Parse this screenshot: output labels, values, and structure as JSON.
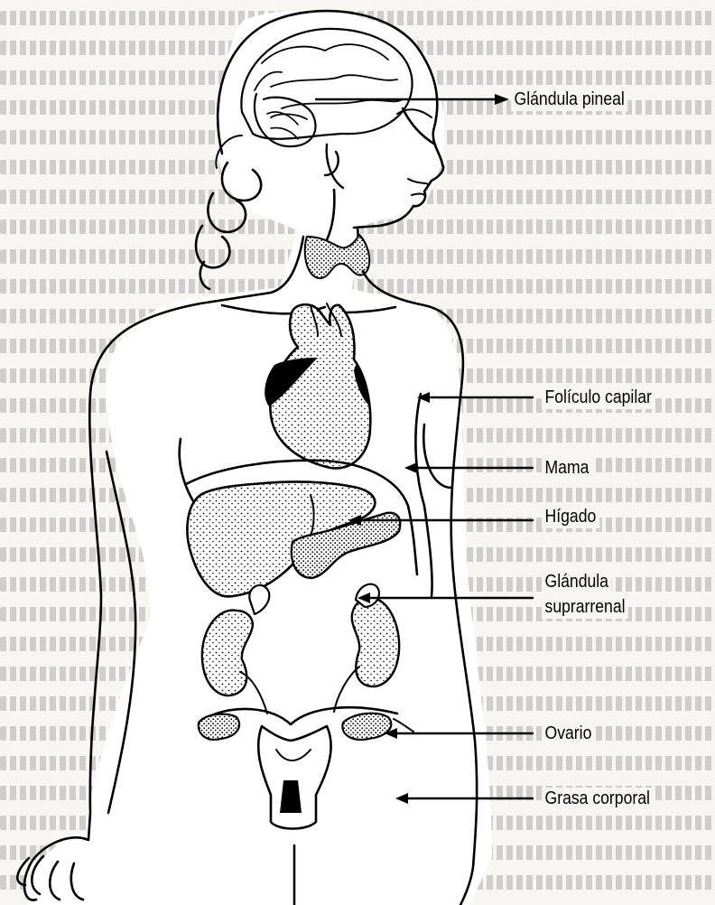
{
  "labels": {
    "pineal": "Glándula pineal",
    "hair_follicle": "Folículo capilar",
    "breast": "Mama",
    "liver": "Hígado",
    "adrenal_line1": "Glándula",
    "adrenal_line2": "suprarrenal",
    "ovary": "Ovario",
    "body_fat": "Grasa corporal"
  },
  "colors": {
    "ink": "#000000",
    "paper": "#f7f6f3",
    "faded_text": "#9a9a9a"
  }
}
